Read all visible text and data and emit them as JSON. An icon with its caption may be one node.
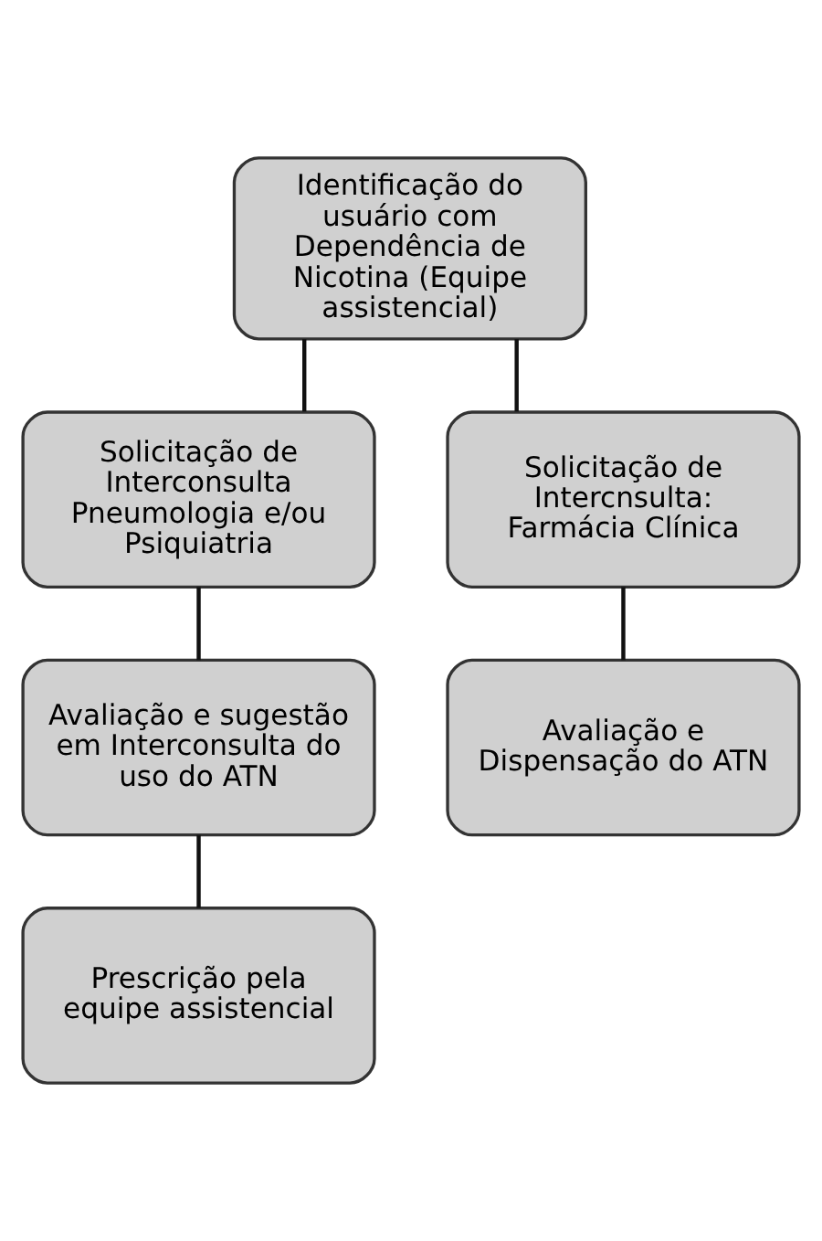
{
  "diagram": {
    "nodes": [
      {
        "text": [
          "Identificação do usuário com Dependência de Nicotina (Equipe assistencial)"
        ]
      },
      {
        "text": [
          "Solicitação de Interconsulta Pneumologia e/ou Psiquiatria"
        ]
      },
      {
        "text": [
          "Solicitação de Intercnsulta: Farmácia Clínica"
        ]
      },
      {
        "text": [
          "Avaliação e sugestão em Interconsulta do uso do ATN"
        ]
      },
      {
        "text": [
          "Avaliação e Dispensação do ATN"
        ]
      },
      {
        "text": [
          "Prescrição pela equipe assistencial"
        ]
      }
    ],
    "edges": [
      {
        "from": 0,
        "to": 1,
        "arrow": "none"
      },
      {
        "from": 0,
        "to": 2,
        "arrow": "none"
      },
      {
        "from": 1,
        "to": 3,
        "arrow": "none"
      },
      {
        "from": 2,
        "to": 4,
        "arrow": "none"
      },
      {
        "from": 3,
        "to": 5,
        "arrow": "none"
      }
    ]
  }
}
